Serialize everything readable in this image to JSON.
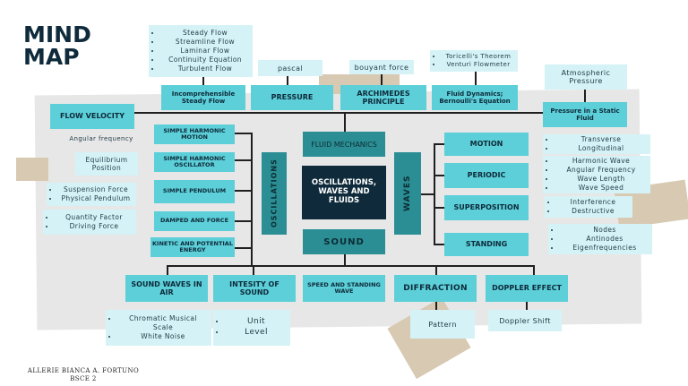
{
  "title": {
    "line1": "MIND",
    "line2": "MAP"
  },
  "author": {
    "name": "ALLERIE BIANCA A. FORTUNO",
    "course": "BSCE 2"
  },
  "center": "OSCILLATIONS, WAVES AND FLUIDS",
  "hubs": {
    "fluid": "FLUID MECHANICS",
    "sound": "SOUND",
    "oscillations": "OSCILLATIONS",
    "waves": "WAVES"
  },
  "fluids": {
    "flow_velocity": "FLOW VELOCITY",
    "incomprehensible": "Incomprehensible Steady Flow",
    "incomprehensible_items": [
      "Steady Flow",
      "Streamline Flow",
      "Laminar Flow",
      "Continuity Equation",
      "Turbulent Flow"
    ],
    "pressure": "PRESSURE",
    "pressure_note": "pascal",
    "archimedes": "ARCHIMEDES PRINCIPLE",
    "archimedes_note": "bouyant force",
    "fluid_dynamics": "Fluid Dynamics; Bernoulli's Equation",
    "fluid_dynamics_items": [
      "Toricelli's Theorem",
      "Venturi Flowmeter"
    ],
    "static": "Pressure in a Static Fluid",
    "static_note": "Atmospheric Pressure"
  },
  "oscillations": {
    "shm": {
      "label": "SIMPLE HARMONIC MOTION",
      "note": "Angular frequency"
    },
    "sho": {
      "label": "SIMPLE HARMONIC OSCILLATOR",
      "note": "Equilibrium Position"
    },
    "pendulum": {
      "label": "SIMPLE PENDULUM",
      "items": [
        "Suspension Force",
        "Physical Pendulum"
      ]
    },
    "damped": {
      "label": "DAMPED AND FORCE",
      "items": [
        "Quantity Factor",
        "Driving Force"
      ]
    },
    "energy": {
      "label": "KINETIC AND POTENTIAL ENERGY"
    }
  },
  "waves": {
    "motion": {
      "label": "MOTION",
      "items": [
        "Transverse",
        "Longitudinal"
      ]
    },
    "periodic": {
      "label": "PERIODIC",
      "items": [
        "Harmonic Wave",
        "Angular Frequency",
        "Wave Length",
        "Wave Speed"
      ]
    },
    "superposition": {
      "label": "SUPERPOSITION",
      "items": [
        "Interference",
        "Destructive"
      ]
    },
    "standing": {
      "label": "STANDING",
      "items": [
        "Nodes",
        "Antinodes",
        "Eigenfrequencies"
      ]
    }
  },
  "sound": {
    "air": {
      "label": "SOUND WAVES IN AIR",
      "items": [
        "Chromatic Musical Scale",
        "White Noise"
      ]
    },
    "intensity": {
      "label": "INTESITY OF SOUND",
      "items": [
        "Unit",
        "Level"
      ]
    },
    "speed": {
      "label": "SPEED AND STANDING WAVE"
    },
    "diffraction": {
      "label": "DIFFRACTION",
      "note": "Pattern"
    },
    "doppler": {
      "label": "DOPPLER EFFECT",
      "note": "Doppler Shift"
    }
  }
}
